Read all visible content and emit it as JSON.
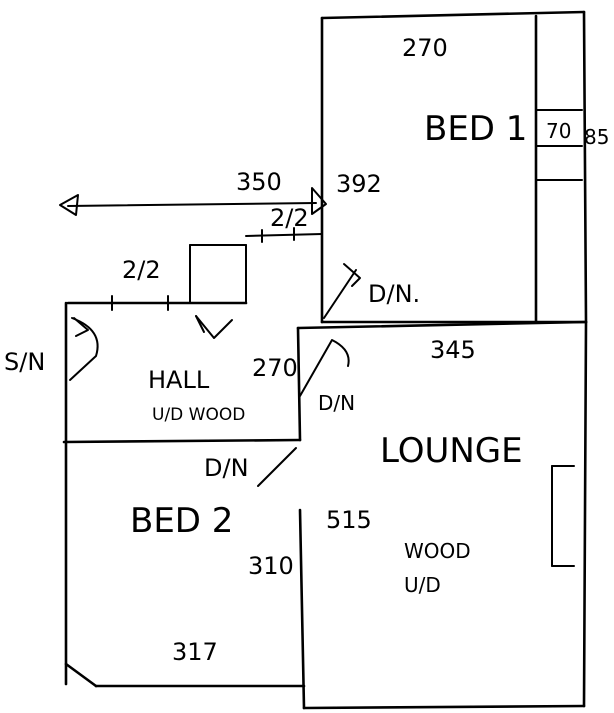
{
  "rooms": {
    "bed1": {
      "name": "BED 1",
      "number": "1",
      "width": "270",
      "depth": "392",
      "wardrobe": "70",
      "wardrobe_outer": "85"
    },
    "bed2": {
      "name": "BED 2",
      "width": "317",
      "depth": "310"
    },
    "hall": {
      "name": "HALL",
      "floor": "U/D WOOD",
      "width": "270"
    },
    "lounge": {
      "name": "LOUNGE",
      "width": "345",
      "depth": "515",
      "floor_line1": "WOOD",
      "floor_line2": "U/D"
    }
  },
  "dimensions": {
    "arrow_length": "350",
    "step_upper": "2/2",
    "step_lower": "2/2"
  },
  "doors": {
    "hall_door": "S/N",
    "bed1_door": "D/N.",
    "lounge_door": "D/N",
    "bed2_door": "D/N"
  }
}
